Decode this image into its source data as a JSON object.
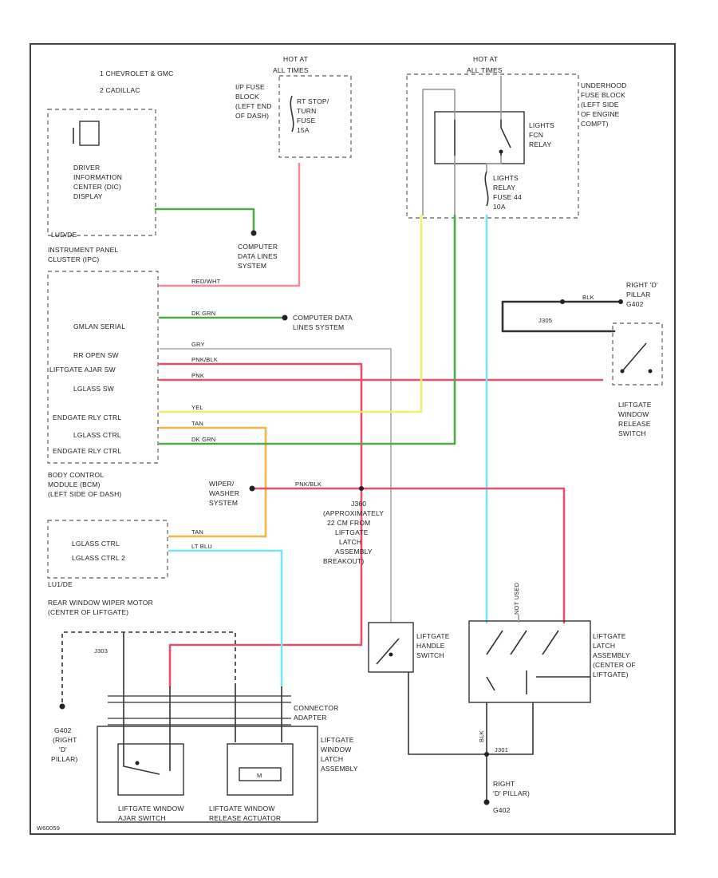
{
  "legend": {
    "line1": "1  CHEVROLET & GMC",
    "line2": "2  CADILLAC"
  },
  "colors": {
    "red": "#f28b9b",
    "pink": "#e8506a",
    "green": "#4caa4c",
    "yellow": "#f0f070",
    "tan": "#f2b64a",
    "cyan": "#74e6f0",
    "gray": "#aaaaaa",
    "black": "#333333"
  },
  "hot_left": {
    "line1": "HOT AT",
    "line2": "ALL TIMES"
  },
  "ip_fuse_block": {
    "line1": "I/P FUSE",
    "line2": "BLOCK",
    "line3": "(LEFT END",
    "line4": "OF DASH)"
  },
  "stop_fuse": {
    "line1": "RT STOP/",
    "line2": "TURN",
    "line3": "FUSE",
    "line4": "15A"
  },
  "hot_right": {
    "line1": "HOT AT",
    "line2": "ALL TIMES"
  },
  "underhood": {
    "line1": "UNDERHOOD",
    "line2": "FUSE BLOCK",
    "line3": "(LEFT SIDE",
    "line4": "OF ENGINE",
    "line5": "COMPT)"
  },
  "lights_relay": {
    "line1": "LIGHTS",
    "line2": "FCN",
    "line3": "RELAY"
  },
  "relay_fuse": {
    "line1": "LIGHTS",
    "line2": "RELAY",
    "line3": "FUSE 44",
    "line4": "10A"
  },
  "dic": {
    "line1": "DRIVER",
    "line2": "INFORMATION",
    "line3": "CENTER (DIC)",
    "line4": "DISPLAY"
  },
  "ipc": {
    "tag": "LUD/DE",
    "line1": "INSTRUMENT PANEL",
    "line2": "CLUSTER (IPC)"
  },
  "comp_data_top": {
    "line1": "COMPUTER",
    "line2": "DATA LINES",
    "line3": "SYSTEM"
  },
  "comp_data_mid": {
    "line1": "COMPUTER DATA",
    "line2": "LINES SYSTEM"
  },
  "bcm_pins": {
    "p1": "GMLAN SERIAL",
    "p2": "RR OPEN SW",
    "p3": "LIFTGATE AJAR SW",
    "p4": "LGLASS SW",
    "p5": "ENDGATE RLY CTRL",
    "p6": "LGLASS CTRL",
    "p7": "ENDGATE RLY CTRL"
  },
  "bcm": {
    "line1": "BODY CONTROL",
    "line2": "MODULE (BCM)",
    "line3": "(LEFT SIDE OF DASH)"
  },
  "wire_labels": {
    "w1": "RED/WHT",
    "w2": "DK GRN",
    "w3": "GRY",
    "w4": "PNK/BLK",
    "w5": "PNK",
    "w6": "YEL",
    "w7": "TAN",
    "w8": "DK GRN",
    "w9": "TAN",
    "w10": "LT BLU",
    "w11": "PNK/BLK",
    "w12": "BLK",
    "w13": "BLK"
  },
  "ground_right_top": {
    "line1": "RIGHT 'D'",
    "line2": "PILLAR",
    "line3": "G402"
  },
  "splice_right": "J305",
  "release_switch": {
    "line1": "LIFTGATE",
    "line2": "WINDOW",
    "line3": "RELEASE",
    "line4": "SWITCH"
  },
  "wiper_washer": {
    "line1": "WIPER/",
    "line2": "WASHER",
    "line3": "SYSTEM"
  },
  "splice_mid": {
    "line1": "J360",
    "line2": "(APPROXIMATELY",
    "line3": "22 CM FROM",
    "line4": "LIFTGATE",
    "line5": "LATCH",
    "line6": "ASSEMBLY",
    "line7": "BREAKOUT)"
  },
  "wiper_motor": {
    "p1": "LGLASS CTRL",
    "p2": "LGLASS CTRL 2",
    "tag": "LU1/DE",
    "line1": "REAR WINDOW WIPER MOTOR",
    "line2": "(CENTER OF LIFTGATE)"
  },
  "splice_left": "J303",
  "ground_left": {
    "line1": "G402",
    "line2": "(RIGHT",
    "line3": "'D'",
    "line4": "PILLAR)"
  },
  "connector": {
    "line1": "CONNECTOR",
    "line2": "ADAPTER"
  },
  "latch_assy_window": {
    "line1": "LIFTGATE",
    "line2": "WINDOW",
    "line3": "LATCH",
    "line4": "ASSEMBLY"
  },
  "ajar_switch": {
    "line1": "LIFTGATE WINDOW",
    "line2": "AJAR SWITCH"
  },
  "release_actuator": {
    "line1": "LIFTGATE WINDOW",
    "line2": "RELEASE ACTUATOR",
    "coil": "M"
  },
  "handle_switch": {
    "line1": "LIFTGATE",
    "line2": "HANDLE",
    "line3": "SWITCH"
  },
  "latch_assy": {
    "line1": "LIFTGATE",
    "line2": "LATCH",
    "line3": "ASSEMBLY",
    "line4": "(CENTER OF",
    "line5": "LIFTGATE)"
  },
  "not_used": "NOT USED",
  "ground_bottom": {
    "splice": "J301",
    "line1": "RIGHT",
    "line2": "'D' PILLAR)",
    "line3": "G402"
  },
  "fig_id": "W60059"
}
